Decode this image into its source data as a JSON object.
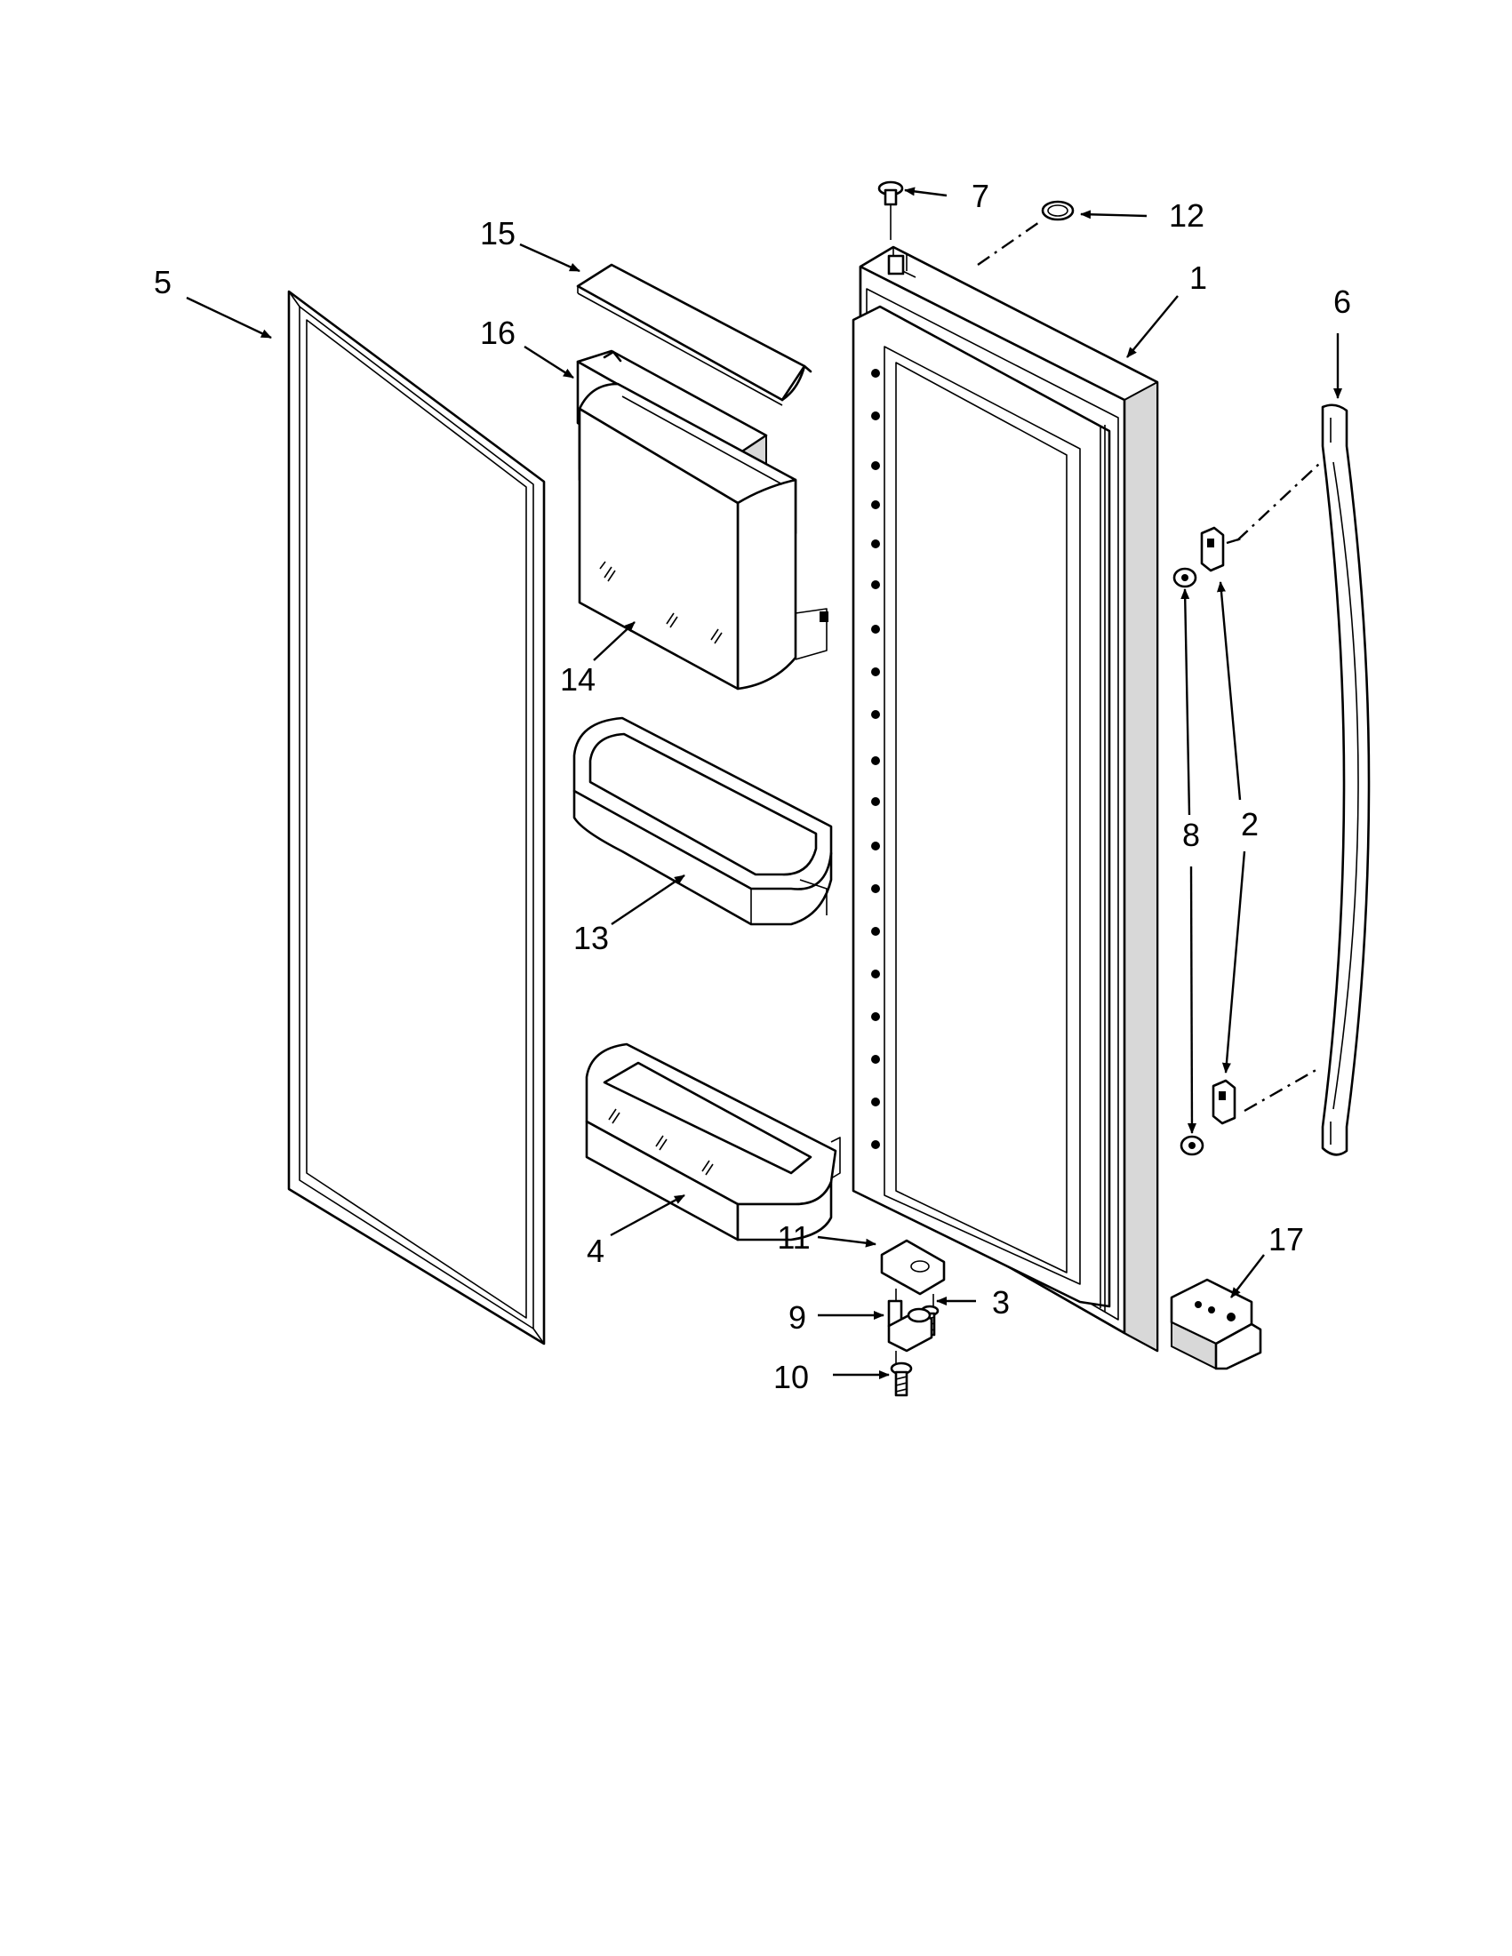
{
  "diagram": {
    "callouts": {
      "p1": "1",
      "p2": "2",
      "p3": "3",
      "p4": "4",
      "p5": "5",
      "p6": "6",
      "p7": "7",
      "p8": "8",
      "p9": "9",
      "p10": "10",
      "p11": "11",
      "p12": "12",
      "p13": "13",
      "p14": "14",
      "p15": "15",
      "p16": "16",
      "p17": "17"
    }
  }
}
